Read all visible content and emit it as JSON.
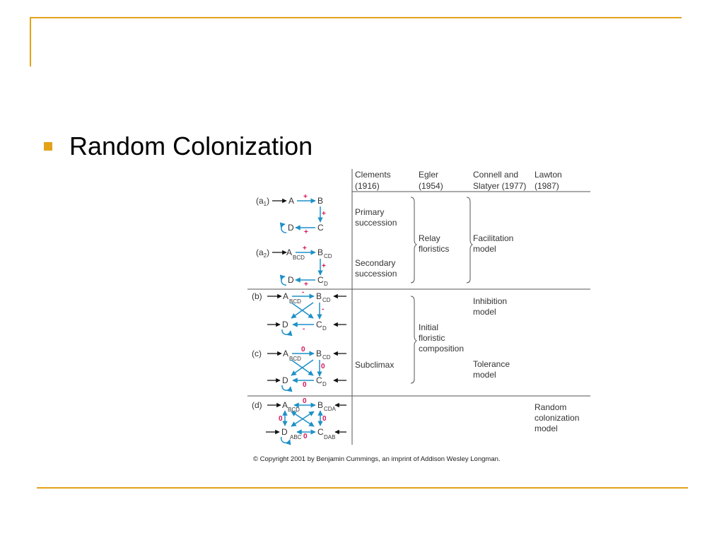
{
  "slide": {
    "bullet_text": "Random Colonization",
    "accent_color": "#e3a21a"
  },
  "figure": {
    "columns": [
      {
        "line1": "Clements",
        "line2": "(1916)"
      },
      {
        "line1": "Egler",
        "line2": "(1954)"
      },
      {
        "line1": "Connell and",
        "line2": "Slatyer (1977)"
      },
      {
        "line1": "Lawton",
        "line2": "(1987)"
      }
    ],
    "rows": {
      "a1": {
        "label": "(a",
        "sub": "1",
        "close": ")"
      },
      "a2": {
        "label": "(a",
        "sub": "2",
        "close": ")"
      },
      "b": {
        "label": "(b)"
      },
      "c": {
        "label": "(c)"
      },
      "d": {
        "label": "(d)"
      }
    },
    "nodes": {
      "A": "A",
      "B": "B",
      "C": "C",
      "D": "D"
    },
    "subscripts": {
      "BCD": "BCD",
      "CD": "CD",
      "D": "D",
      "CDA": "CDA",
      "ABC": "ABC",
      "DAB": "DAB"
    },
    "signs": {
      "plus": "+",
      "minus": "-",
      "zero": "0"
    },
    "clements": {
      "primary": [
        "Primary",
        "succession"
      ],
      "secondary": [
        "Secondary",
        "succession"
      ],
      "subclimax": "Subclimax"
    },
    "egler": {
      "relay": [
        "Relay",
        "floristics"
      ],
      "initial": [
        "Initial",
        "floristic",
        "composition"
      ]
    },
    "connell": {
      "facilitation": [
        "Facilitation",
        "model"
      ],
      "inhibition": [
        "Inhibition",
        "model"
      ],
      "tolerance": [
        "Tolerance",
        "model"
      ]
    },
    "lawton": {
      "random": [
        "Random",
        "colonization",
        "model"
      ]
    },
    "copyright": "© Copyright 2001 by Benjamin Cummings, an imprint of Addison Wesley Longman.",
    "colors": {
      "arrow": "#1e90c8",
      "sign": "#d4145a",
      "line": "#555555"
    }
  }
}
